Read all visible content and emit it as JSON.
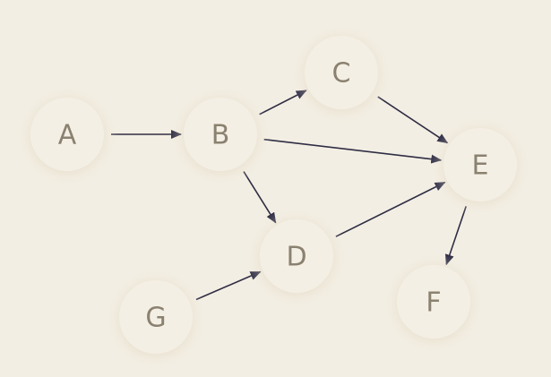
{
  "diagram": {
    "colors": {
      "background": "#f3eee3",
      "node_fill": "#f4efe4",
      "node_text": "#8a8170",
      "edge": "#2f2d45"
    },
    "nodes": [
      {
        "id": "A",
        "label": "A"
      },
      {
        "id": "B",
        "label": "B"
      },
      {
        "id": "C",
        "label": "C"
      },
      {
        "id": "D",
        "label": "D"
      },
      {
        "id": "E",
        "label": "E"
      },
      {
        "id": "F",
        "label": "F"
      },
      {
        "id": "G",
        "label": "G"
      }
    ],
    "edges": [
      {
        "from": "A",
        "to": "B"
      },
      {
        "from": "B",
        "to": "C"
      },
      {
        "from": "B",
        "to": "E"
      },
      {
        "from": "B",
        "to": "D"
      },
      {
        "from": "C",
        "to": "E"
      },
      {
        "from": "D",
        "to": "E"
      },
      {
        "from": "G",
        "to": "D"
      },
      {
        "from": "E",
        "to": "F"
      }
    ]
  }
}
